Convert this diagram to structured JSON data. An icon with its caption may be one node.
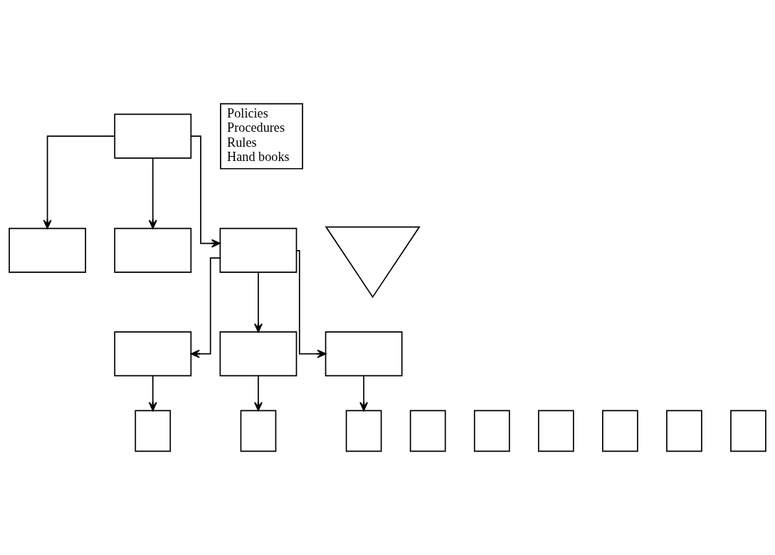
{
  "diagram": {
    "nodes": [
      {
        "text": [],
        "shape": "box"
      },
      {
        "text": [
          "Policies",
          "Procedures",
          "Rules",
          "Hand books"
        ]
      },
      {
        "text": [],
        "shape": "triangle"
      },
      {
        "text": [],
        "shape": "box"
      },
      {
        "text": [],
        "shape": "box"
      },
      {
        "text": [],
        "shape": "box"
      },
      {
        "text": [],
        "shape": "box"
      },
      {
        "text": [],
        "shape": "box"
      },
      {
        "text": [],
        "shape": "box"
      },
      {
        "text": [],
        "shape": "box"
      },
      {
        "text": [],
        "shape": "box"
      },
      {
        "text": [],
        "shape": "box"
      },
      {
        "text": [],
        "shape": "box"
      },
      {
        "text": [],
        "shape": "box"
      },
      {
        "text": [],
        "shape": "box"
      },
      {
        "text": [],
        "shape": "box"
      },
      {
        "text": [],
        "shape": "box"
      },
      {
        "text": [],
        "shape": "box"
      }
    ],
    "edges": [
      {
        "from": 0,
        "to": 3,
        "arrow": "to"
      },
      {
        "from": 0,
        "to": 5,
        "arrow": "to"
      },
      {
        "from": 0,
        "to": 4,
        "arrow": "to"
      },
      {
        "from": 5,
        "to": 6,
        "arrow": "to"
      },
      {
        "from": 5,
        "to": 7,
        "arrow": "to"
      },
      {
        "from": 5,
        "to": 8,
        "arrow": "to"
      },
      {
        "from": 6,
        "to": 10,
        "arrow": "to"
      },
      {
        "from": 7,
        "to": 13,
        "arrow": "to"
      },
      {
        "from": 8,
        "to": 16,
        "arrow": "to"
      }
    ]
  }
}
